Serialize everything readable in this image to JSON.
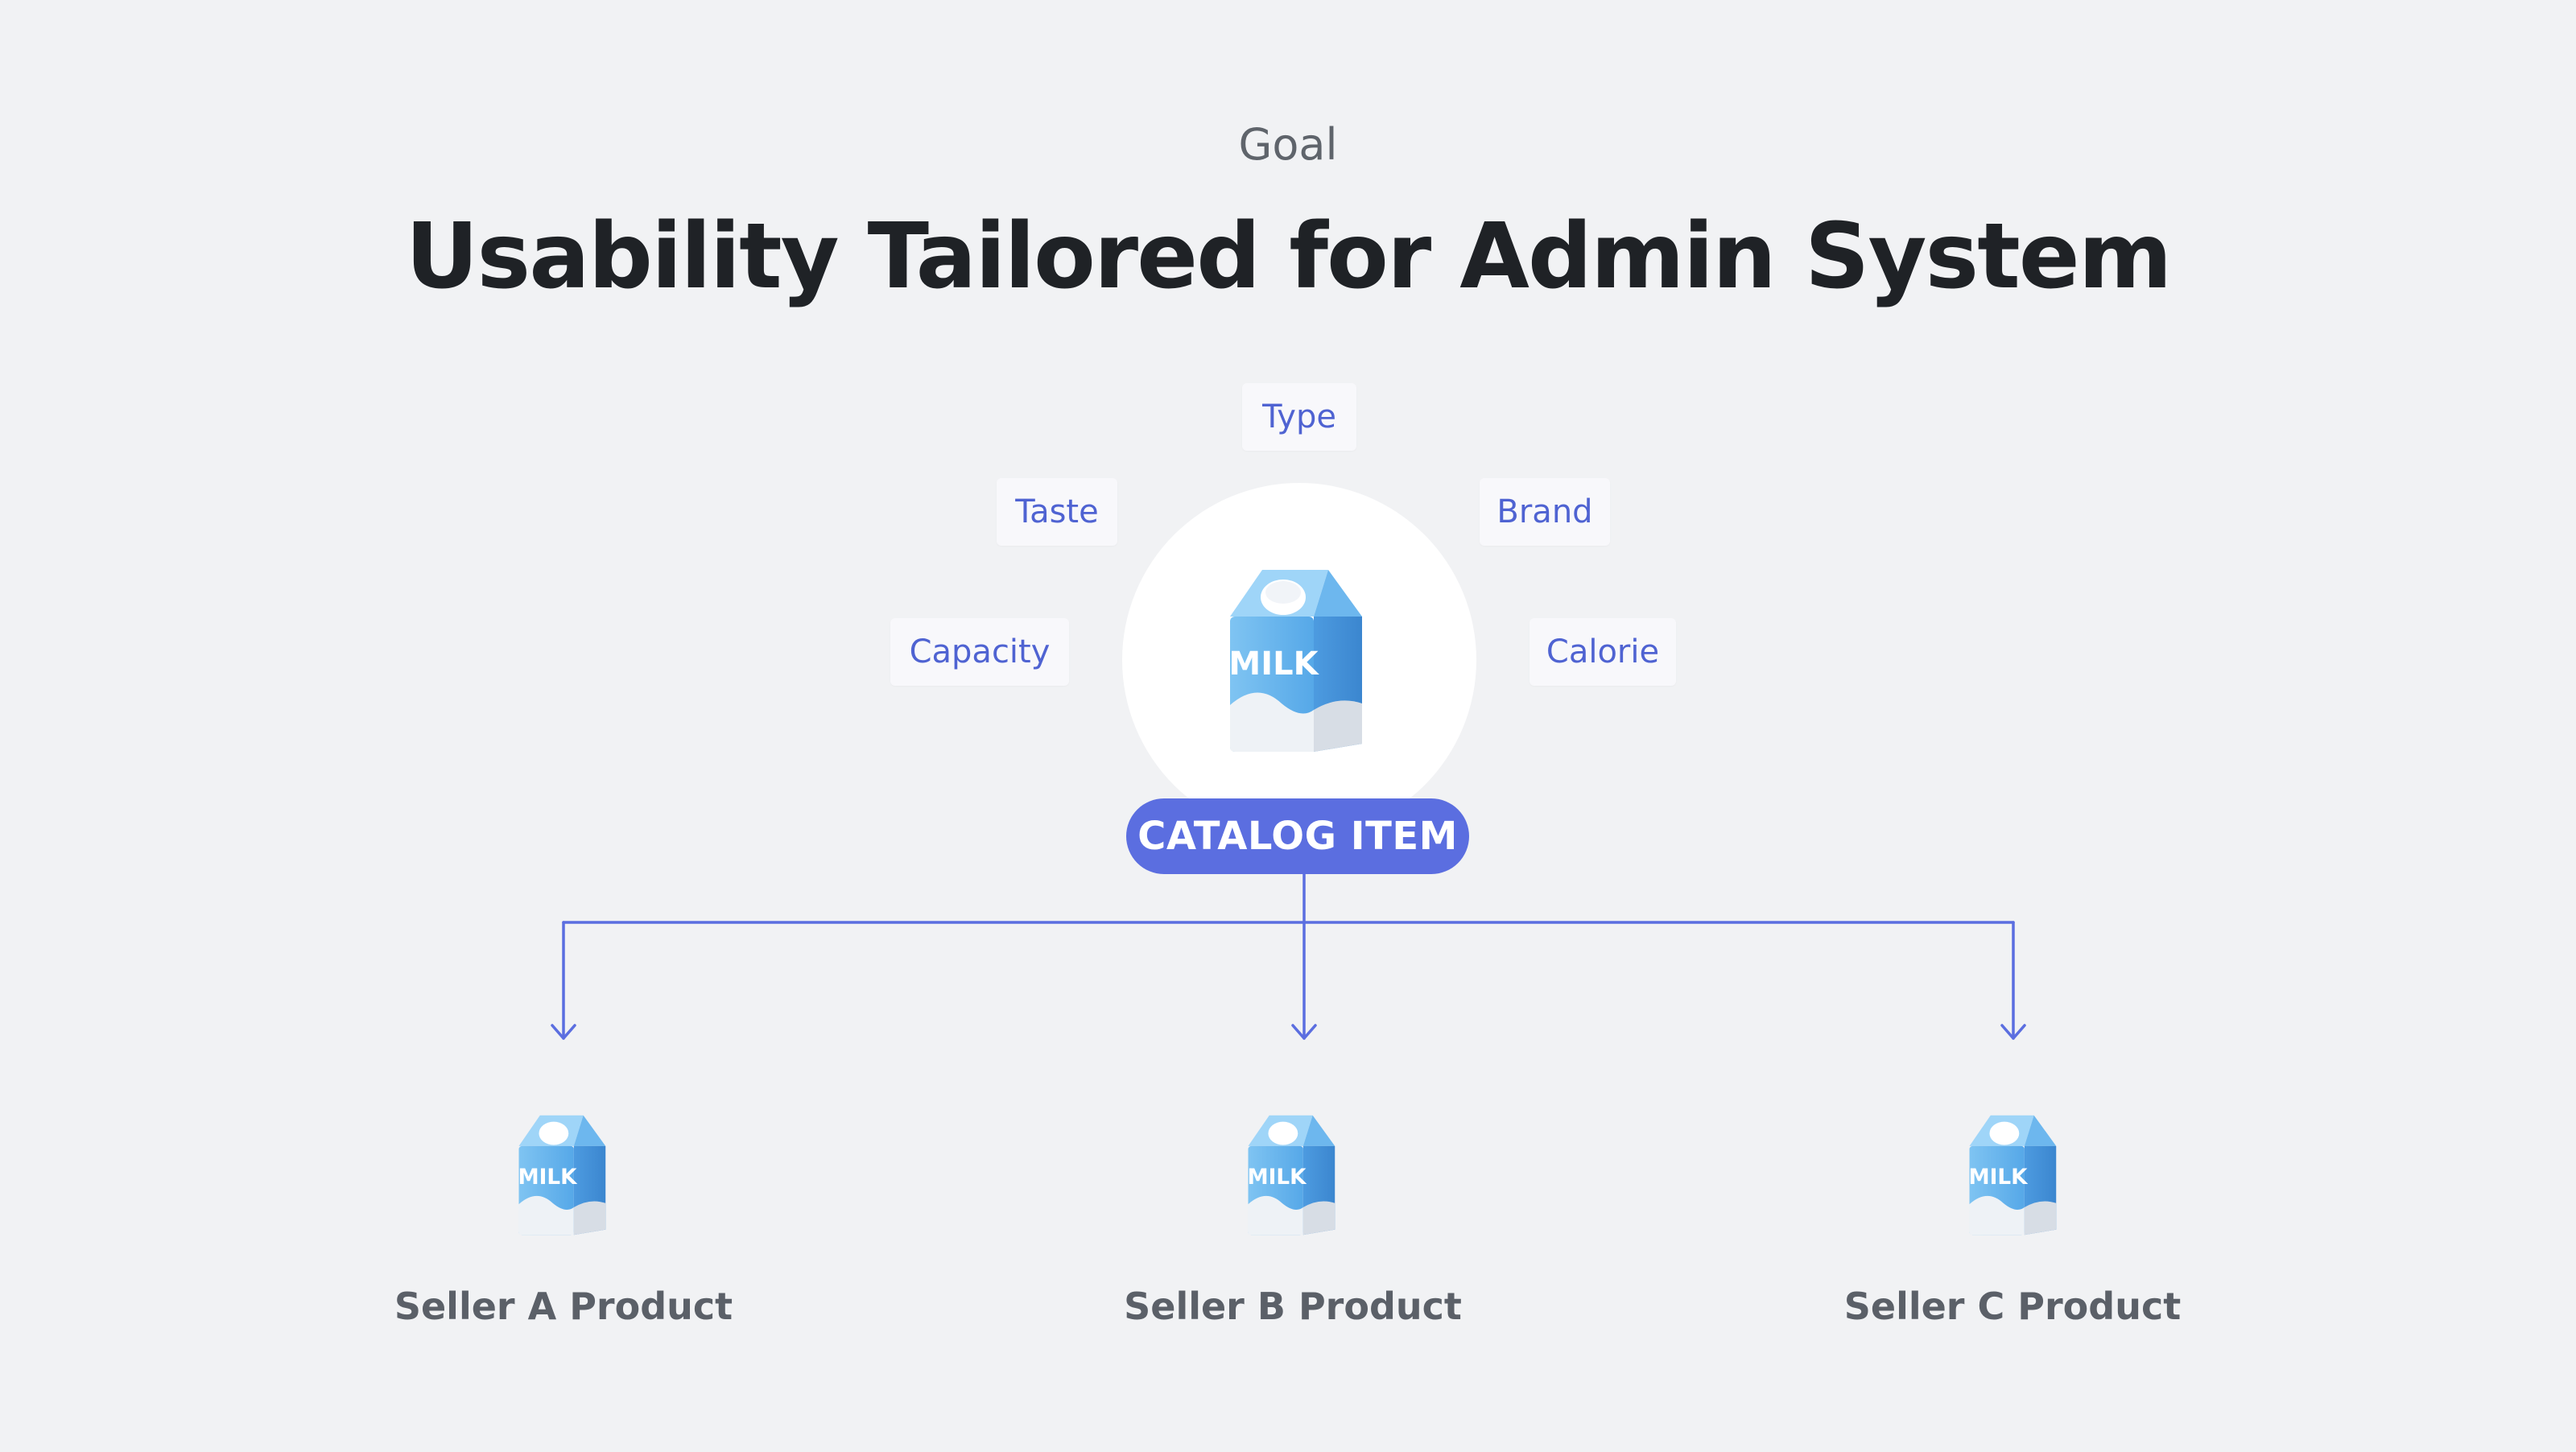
{
  "header": {
    "eyebrow": "Goal",
    "title": "Usability Tailored for Admin System"
  },
  "attributes": {
    "type": "Type",
    "taste": "Taste",
    "brand": "Brand",
    "capacity": "Capacity",
    "calorie": "Calorie"
  },
  "hub": {
    "label": "CATALOG ITEM",
    "carton_text": "MILK",
    "icon": "milk-carton-icon"
  },
  "sellers": [
    {
      "label": "Seller A Product",
      "carton_text": "MILK"
    },
    {
      "label": "Seller B Product",
      "carton_text": "MILK"
    },
    {
      "label": "Seller C Product",
      "carton_text": "MILK"
    }
  ],
  "colors": {
    "accent": "#5b6ee0",
    "attribute_text": "#4f63d2",
    "title": "#1f2226",
    "background": "#f1f2f4"
  }
}
